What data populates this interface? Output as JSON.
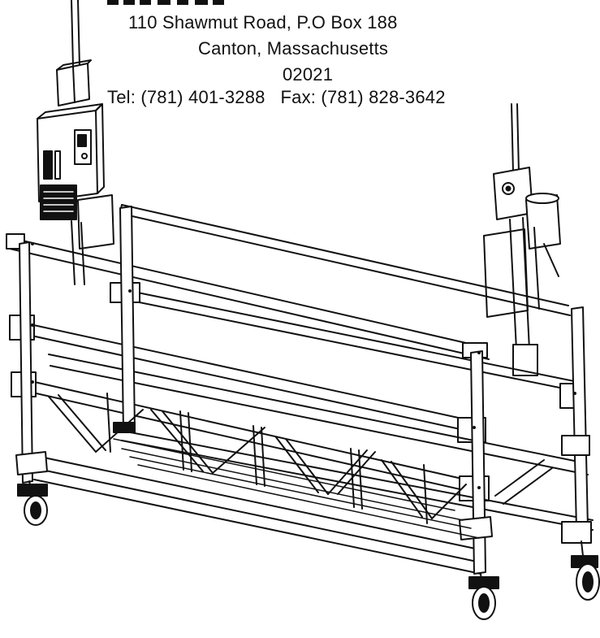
{
  "header": {
    "address_line": "110 Shawmut Road, P.O Box 188",
    "city_line": "Canton, Massachusetts",
    "zip_line": "02021",
    "phone_fax_line": "Tel: (781) 401-3288   Fax: (781) 828-3642"
  },
  "illustration": {
    "subject": "suspended-work-platform-with-hoists",
    "ink_color": "#111111",
    "paper_color": "#ffffff"
  }
}
